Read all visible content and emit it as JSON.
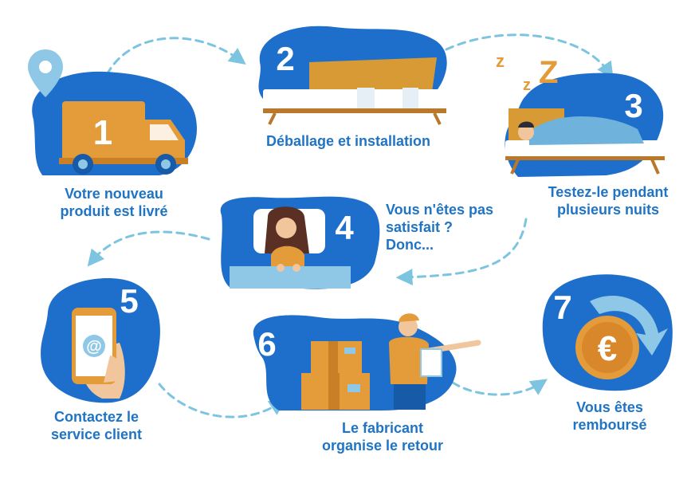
{
  "colors": {
    "blob": "#1e6fcb",
    "blob_dark": "#175aa8",
    "text": "#1f74c5",
    "arrow": "#7dc4e0",
    "orange": "#e49b3a",
    "orange_dark": "#c97f25",
    "white": "#ffffff"
  },
  "steps": [
    {
      "number": "1",
      "label": "Votre nouveau\nproduit est livré",
      "icon": "delivery-truck-icon"
    },
    {
      "number": "2",
      "label": "Déballage et installation",
      "icon": "bed-unpacking-icon"
    },
    {
      "number": "3",
      "label": "Testez-le pendant\nplusieurs nuits",
      "icon": "sleeping-person-icon"
    },
    {
      "number": "4",
      "label": "Vous n'êtes pas\nsatisfait ?\nDonc...",
      "icon": "unhappy-woman-bed-icon"
    },
    {
      "number": "5",
      "label": "Contactez le\nservice client",
      "icon": "smartphone-email-icon"
    },
    {
      "number": "6",
      "label": "Le fabricant\norganise le retour",
      "icon": "courier-boxes-icon"
    },
    {
      "number": "7",
      "label": "Vous êtes\nremboursé",
      "icon": "euro-refund-icon"
    }
  ],
  "glyphs": {
    "zzz_big": "Z",
    "zzz_small": "z",
    "at_sign": "@",
    "euro": "€"
  }
}
